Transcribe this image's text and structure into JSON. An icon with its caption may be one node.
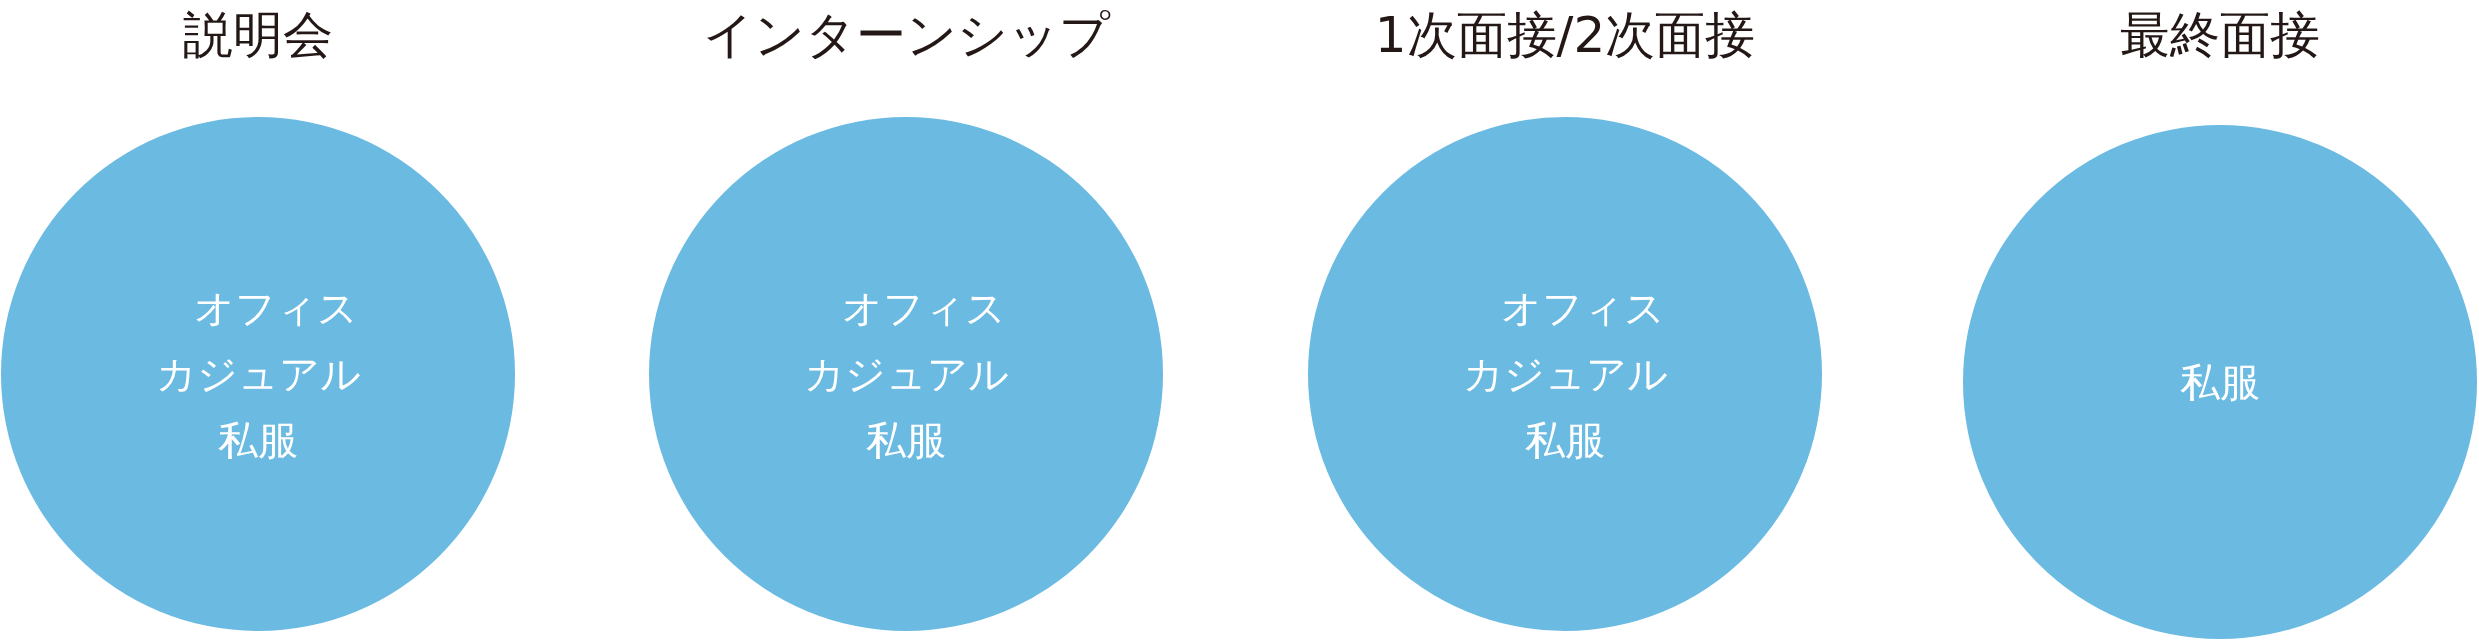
{
  "diagram": {
    "nodes": [
      {
        "text": [
          "説明会",
          "オフィスカジュアル",
          "私服"
        ]
      },
      {
        "text": [
          "インターンシップ",
          "オフィスカジュアル",
          "私服"
        ]
      },
      {
        "text": [
          "1次面接/2次面接",
          "オフィスカジュアル",
          "私服"
        ]
      },
      {
        "text": [
          "最終面接",
          "私服"
        ]
      }
    ]
  }
}
